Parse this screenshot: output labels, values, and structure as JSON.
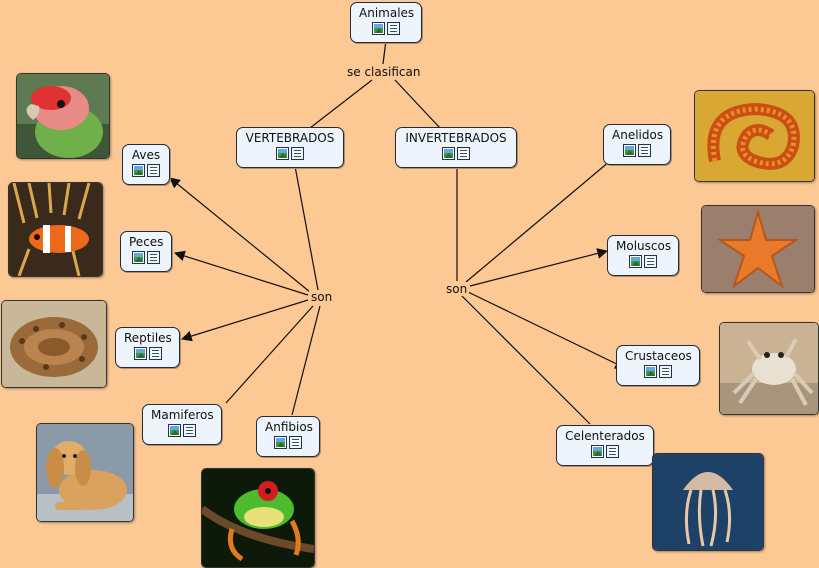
{
  "colors": {
    "background": "#fcc894",
    "node_fill": "#eef4fc",
    "node_border": "#1e2b44",
    "line": "#111111"
  },
  "concepts": {
    "animales": "Animales",
    "vertebrados": "VERTEBRADOS",
    "invertebrados": "INVERTEBRADOS",
    "aves": "Aves",
    "peces": "Peces",
    "reptiles": "Reptiles",
    "mamiferos": "Mamiferos",
    "anfibios": "Anfibios",
    "anelidos": "Anelidos",
    "moluscos": "Moluscos",
    "crustaceos": "Crustaceos",
    "celenterados": "Celenterados"
  },
  "linking_phrases": {
    "se_clasifican": "se clasifican",
    "son_vertebrados": "son",
    "son_invertebrados": "son"
  },
  "resource_icons": [
    "image-resource-icon",
    "text-resource-icon"
  ],
  "photos": [
    "parrot",
    "clownfish",
    "snake",
    "dog",
    "frog",
    "worm",
    "starfish",
    "crab",
    "jellyfish"
  ]
}
